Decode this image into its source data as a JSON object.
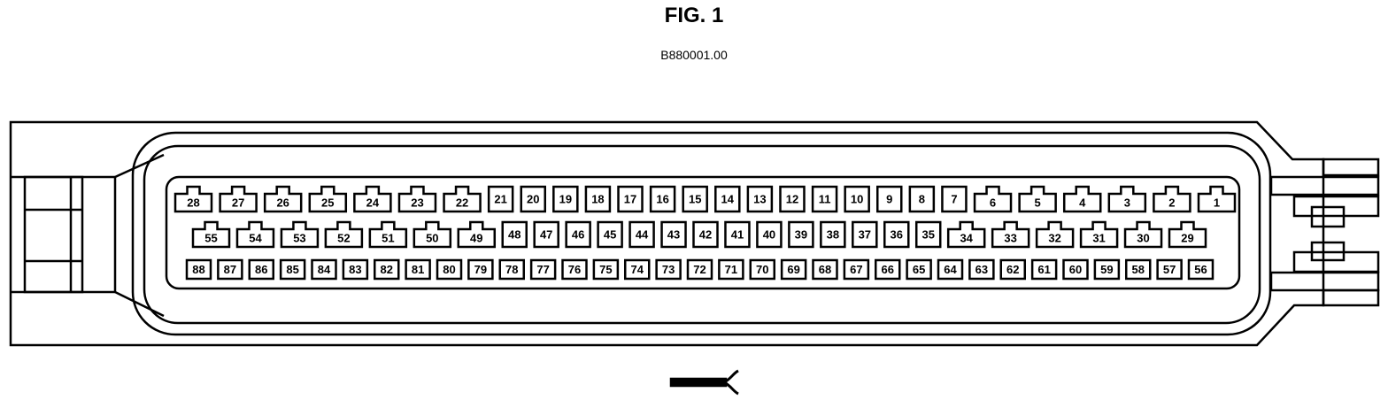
{
  "title": "FIG. 1",
  "code": "B880001.00",
  "connector": {
    "row1": [
      {
        "label": "28",
        "type": "wide"
      },
      {
        "label": "27",
        "type": "wide"
      },
      {
        "label": "26",
        "type": "wide"
      },
      {
        "label": "25",
        "type": "wide"
      },
      {
        "label": "24",
        "type": "wide"
      },
      {
        "label": "23",
        "type": "wide"
      },
      {
        "label": "22",
        "type": "wide"
      },
      {
        "label": "21",
        "type": "small"
      },
      {
        "label": "20",
        "type": "small"
      },
      {
        "label": "19",
        "type": "small"
      },
      {
        "label": "18",
        "type": "small"
      },
      {
        "label": "17",
        "type": "small"
      },
      {
        "label": "16",
        "type": "small"
      },
      {
        "label": "15",
        "type": "small"
      },
      {
        "label": "14",
        "type": "small"
      },
      {
        "label": "13",
        "type": "small"
      },
      {
        "label": "12",
        "type": "small"
      },
      {
        "label": "11",
        "type": "small"
      },
      {
        "label": "10",
        "type": "small"
      },
      {
        "label": "9",
        "type": "small"
      },
      {
        "label": "8",
        "type": "small"
      },
      {
        "label": "7",
        "type": "small"
      },
      {
        "label": "6",
        "type": "wide"
      },
      {
        "label": "5",
        "type": "wide"
      },
      {
        "label": "4",
        "type": "wide"
      },
      {
        "label": "3",
        "type": "wide"
      },
      {
        "label": "2",
        "type": "wide"
      },
      {
        "label": "1",
        "type": "wide"
      }
    ],
    "row2": [
      {
        "label": "55",
        "type": "wide"
      },
      {
        "label": "54",
        "type": "wide"
      },
      {
        "label": "53",
        "type": "wide"
      },
      {
        "label": "52",
        "type": "wide"
      },
      {
        "label": "51",
        "type": "wide"
      },
      {
        "label": "50",
        "type": "wide"
      },
      {
        "label": "49",
        "type": "wide"
      },
      {
        "label": "48",
        "type": "small"
      },
      {
        "label": "47",
        "type": "small"
      },
      {
        "label": "46",
        "type": "small"
      },
      {
        "label": "45",
        "type": "small"
      },
      {
        "label": "44",
        "type": "small"
      },
      {
        "label": "43",
        "type": "small"
      },
      {
        "label": "42",
        "type": "small"
      },
      {
        "label": "41",
        "type": "small"
      },
      {
        "label": "40",
        "type": "small"
      },
      {
        "label": "39",
        "type": "small"
      },
      {
        "label": "38",
        "type": "small"
      },
      {
        "label": "37",
        "type": "small"
      },
      {
        "label": "36",
        "type": "small"
      },
      {
        "label": "35",
        "type": "small"
      },
      {
        "label": "34",
        "type": "wide"
      },
      {
        "label": "33",
        "type": "wide"
      },
      {
        "label": "32",
        "type": "wide"
      },
      {
        "label": "31",
        "type": "wide"
      },
      {
        "label": "30",
        "type": "wide"
      },
      {
        "label": "29",
        "type": "wide"
      }
    ],
    "row3": [
      {
        "label": "88",
        "type": "small"
      },
      {
        "label": "87",
        "type": "small"
      },
      {
        "label": "86",
        "type": "small"
      },
      {
        "label": "85",
        "type": "small"
      },
      {
        "label": "84",
        "type": "small"
      },
      {
        "label": "83",
        "type": "small"
      },
      {
        "label": "82",
        "type": "small"
      },
      {
        "label": "81",
        "type": "small"
      },
      {
        "label": "80",
        "type": "small"
      },
      {
        "label": "79",
        "type": "small"
      },
      {
        "label": "78",
        "type": "small"
      },
      {
        "label": "77",
        "type": "small"
      },
      {
        "label": "76",
        "type": "small"
      },
      {
        "label": "75",
        "type": "small"
      },
      {
        "label": "74",
        "type": "small"
      },
      {
        "label": "73",
        "type": "small"
      },
      {
        "label": "72",
        "type": "small"
      },
      {
        "label": "71",
        "type": "small"
      },
      {
        "label": "70",
        "type": "small"
      },
      {
        "label": "69",
        "type": "small"
      },
      {
        "label": "68",
        "type": "small"
      },
      {
        "label": "67",
        "type": "small"
      },
      {
        "label": "66",
        "type": "small"
      },
      {
        "label": "65",
        "type": "small"
      },
      {
        "label": "64",
        "type": "small"
      },
      {
        "label": "63",
        "type": "small"
      },
      {
        "label": "62",
        "type": "small"
      },
      {
        "label": "61",
        "type": "small"
      },
      {
        "label": "60",
        "type": "small"
      },
      {
        "label": "59",
        "type": "small"
      },
      {
        "label": "58",
        "type": "small"
      },
      {
        "label": "57",
        "type": "small"
      },
      {
        "label": "56",
        "type": "small"
      }
    ]
  },
  "colors": {
    "stroke": "#000000",
    "background": "#ffffff"
  }
}
